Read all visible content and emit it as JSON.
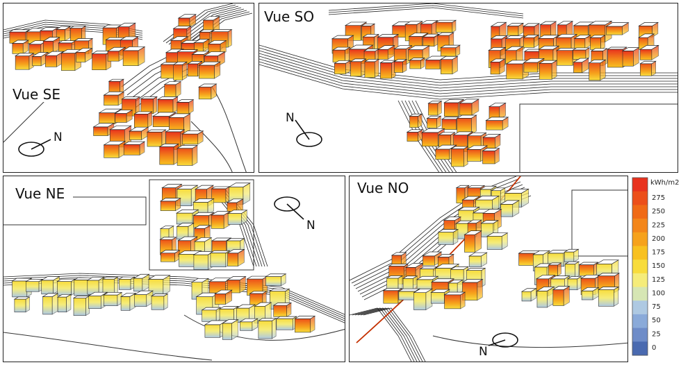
{
  "panels": [
    {
      "id": "se",
      "label": "Vue SE",
      "north_label": "N"
    },
    {
      "id": "so",
      "label": "Vue SO",
      "north_label": "N"
    },
    {
      "id": "ne",
      "label": "Vue NE",
      "north_label": "N"
    },
    {
      "id": "no",
      "label": "Vue NO",
      "north_label": "N"
    }
  ],
  "legend": {
    "unit": "kWh/m2",
    "ticks": [
      "275",
      "250",
      "225",
      "200",
      "175",
      "150",
      "125",
      "100",
      "75",
      "50",
      "25",
      "0"
    ],
    "colors": [
      "#e8321e",
      "#ec4f1a",
      "#f06a16",
      "#f3861a",
      "#f6a21c",
      "#f8c120",
      "#f8dc3c",
      "#f5ec7a",
      "#d6e6b4",
      "#aec9e2",
      "#8aaad9",
      "#6e8cc8",
      "#4a6ab0"
    ]
  }
}
